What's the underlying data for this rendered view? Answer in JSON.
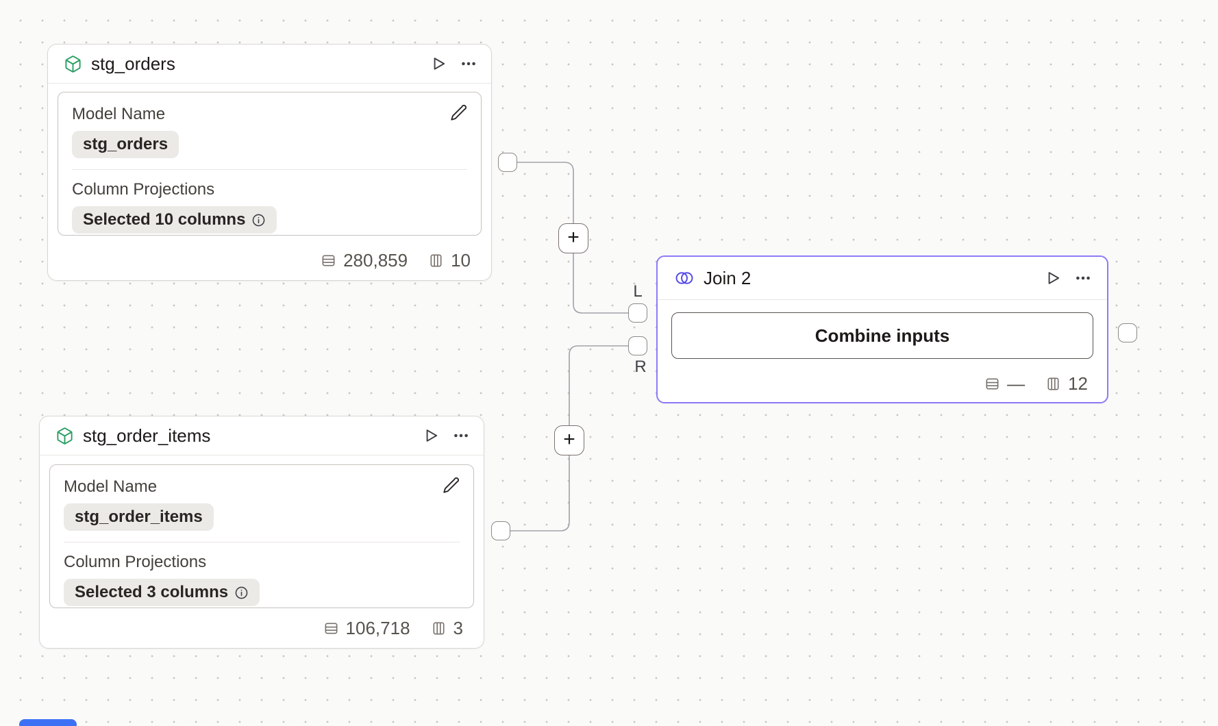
{
  "canvas": {
    "background": "#fafaf9",
    "dot_color": "#c9c7c3"
  },
  "colors": {
    "model_accent_green": "#2b9e63",
    "join_border_purple": "#8b7cf8",
    "join_icon_indigo": "#4f46e5",
    "wire_gray": "#a1a1aa",
    "scroll_indicator_blue": "#3d71f5"
  },
  "icons": {
    "model_type": "cube-icon",
    "join_type": "venn-circles-icon",
    "run": "play-icon",
    "menu": "ellipsis-icon",
    "edit": "pencil-icon",
    "info": "info-circle-icon",
    "rows": "table-rows-icon",
    "columns": "table-columns-icon"
  },
  "nodes": {
    "stg_orders": {
      "title": "stg_orders",
      "model_name_label": "Model Name",
      "model_name_value": "stg_orders",
      "projections_label": "Column Projections",
      "projections_value": "Selected 10 columns",
      "row_count": "280,859",
      "column_count": "10"
    },
    "stg_order_items": {
      "title": "stg_order_items",
      "model_name_label": "Model Name",
      "model_name_value": "stg_order_items",
      "projections_label": "Column Projections",
      "projections_value": "Selected 3 columns",
      "row_count": "106,718",
      "column_count": "3"
    },
    "join": {
      "title": "Join 2",
      "button_label": "Combine inputs",
      "row_count": "—",
      "column_count": "12"
    }
  },
  "ports": {
    "left_input_label": "L",
    "right_input_label": "R"
  },
  "connectors": {
    "plus_label": "+"
  }
}
